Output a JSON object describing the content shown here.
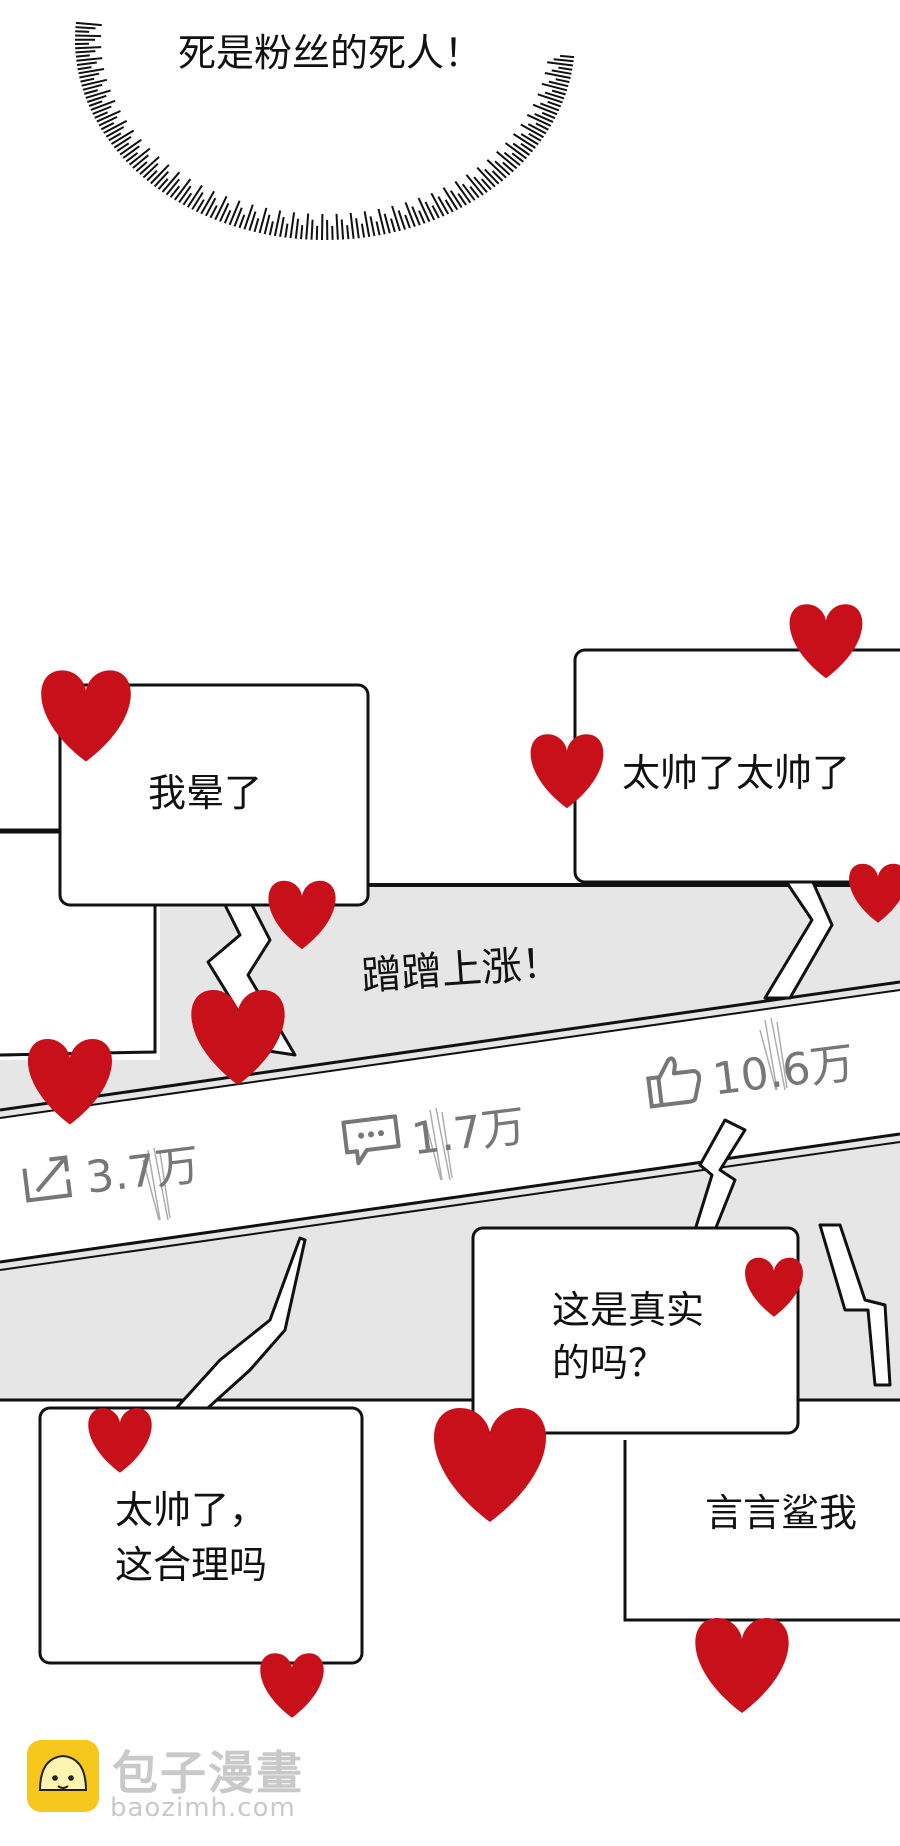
{
  "shout": {
    "text": "死是粉丝的死人！"
  },
  "bubbles": [
    {
      "name": "bubble-dizzy",
      "text": "我晕了"
    },
    {
      "name": "bubble-so-handsome",
      "text": "太帅了太帅了"
    },
    {
      "name": "bubble-is-it-real",
      "lines": [
        "这是真实",
        "的吗？"
      ]
    },
    {
      "name": "bubble-reasonable",
      "lines": [
        "太帅了，",
        "这合理吗"
      ]
    },
    {
      "name": "bubble-yanyan",
      "text": "言言鲨我"
    }
  ],
  "banner": {
    "text": "蹭蹭上涨！"
  },
  "stats": {
    "shares": {
      "icon": "share-icon",
      "value": "3.7万"
    },
    "comments": {
      "icon": "comment-icon",
      "value": "1.7万"
    },
    "likes": {
      "icon": "thumbs-up-icon",
      "value": "10.6万"
    }
  },
  "watermark": {
    "name": "包子漫畫",
    "url": "baozimh.com",
    "icon": "bun-mascot-icon"
  },
  "colors": {
    "heart": "#c8101a",
    "banner": "#e6e6e6",
    "ink": "#111111",
    "stat": "#777777"
  }
}
